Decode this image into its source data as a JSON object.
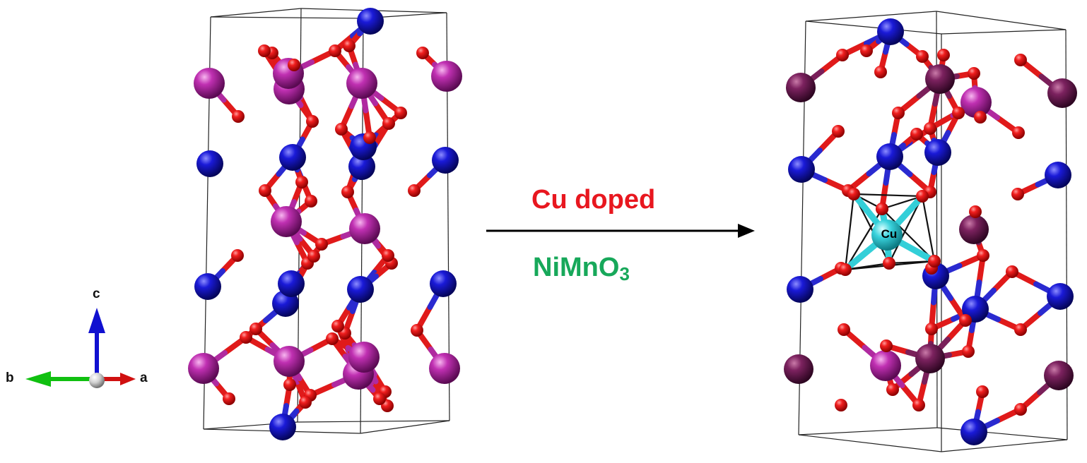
{
  "axes": {
    "c": "c",
    "b": "b",
    "a": "a"
  },
  "reaction": {
    "condition_top": "Cu doped",
    "formula_main": "NiMnO",
    "formula_sub": "3"
  },
  "dopant_label": "Cu",
  "colors": {
    "oxygen": "#e01a1a",
    "blue_cation": "#1414c8",
    "magenta_cation": "#b82aa8",
    "dark_magenta_cation": "#7a1f5a",
    "copper": "#33cfd8",
    "label_red": "#e8171f",
    "label_green": "#17a85a",
    "axis_c": "#1010d0",
    "axis_b": "#10c010",
    "axis_a": "#d01010"
  }
}
